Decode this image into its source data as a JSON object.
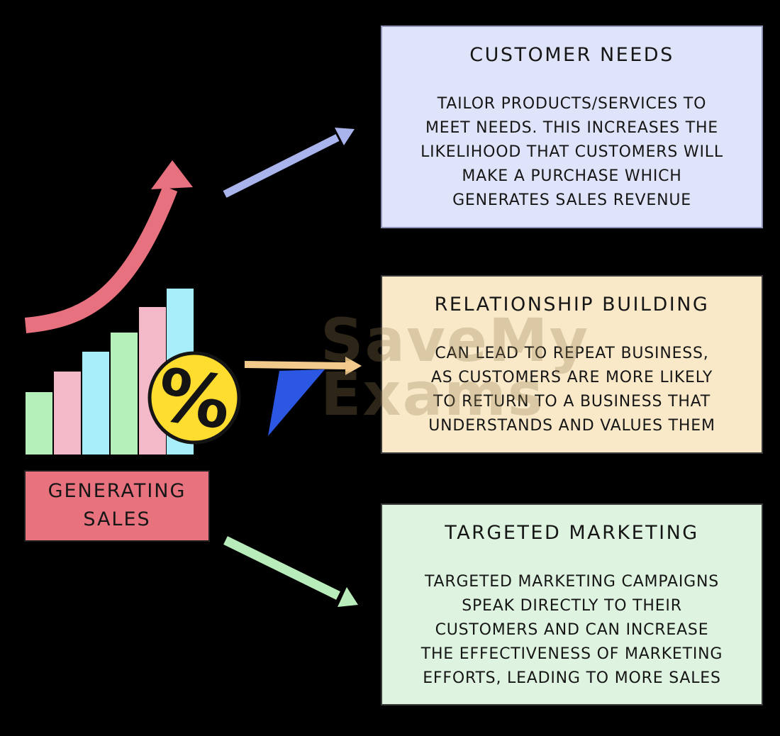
{
  "canvas": {
    "background": "#000000"
  },
  "watermark": {
    "line1": "SaveMy",
    "line2": "Exams"
  },
  "root_node": {
    "line1": "GENERATING",
    "line2": "SALES",
    "fill": "#e8737f",
    "border": "#1f1f1f"
  },
  "illustration": {
    "percent_symbol": "%",
    "colors": {
      "growth_arrow": "#e7717f",
      "bar_green": "#b5f0bb",
      "bar_pink": "#f4b9c9",
      "bar_cyan": "#a8edfa",
      "badge_fill": "#ffdd2e",
      "badge_stroke": "#141414",
      "percent_color": "#141414",
      "pointer_triangle": "#2b57e3"
    }
  },
  "connectors": {
    "customer_needs": "#a9b3ec",
    "relationship_building": "#f2ca8c",
    "targeted_marketing": "#b8ecba"
  },
  "boxes": [
    {
      "id": "customer-needs",
      "title": "CUSTOMER NEEDS",
      "fill": "#e0e4fa",
      "border": "#9093b8",
      "lines": [
        "TAILOR PRODUCTS/SERVICES TO",
        "MEET NEEDS. THIS INCREASES THE",
        "LIKELIHOOD THAT CUSTOMERS WILL",
        "MAKE A PURCHASE WHICH",
        "GENERATES SALES REVENUE"
      ]
    },
    {
      "id": "relationship-building",
      "title": "RELATIONSHIP BUILDING",
      "fill": "#fae9c9",
      "border": "#3a3a3a",
      "lines": [
        "CAN LEAD TO REPEAT BUSINESS,",
        "AS CUSTOMERS ARE MORE LIKELY",
        "TO RETURN TO A BUSINESS THAT",
        "UNDERSTANDS AND VALUES THEM"
      ]
    },
    {
      "id": "targeted-marketing",
      "title": "TARGETED MARKETING",
      "fill": "#def4e0",
      "border": "#3a3a3a",
      "lines": [
        "TARGETED MARKETING CAMPAIGNS",
        "SPEAK DIRECTLY TO THEIR",
        "CUSTOMERS AND CAN INCREASE",
        "THE EFFECTIVENESS OF MARKETING",
        "EFFORTS, LEADING TO MORE SALES"
      ]
    }
  ]
}
